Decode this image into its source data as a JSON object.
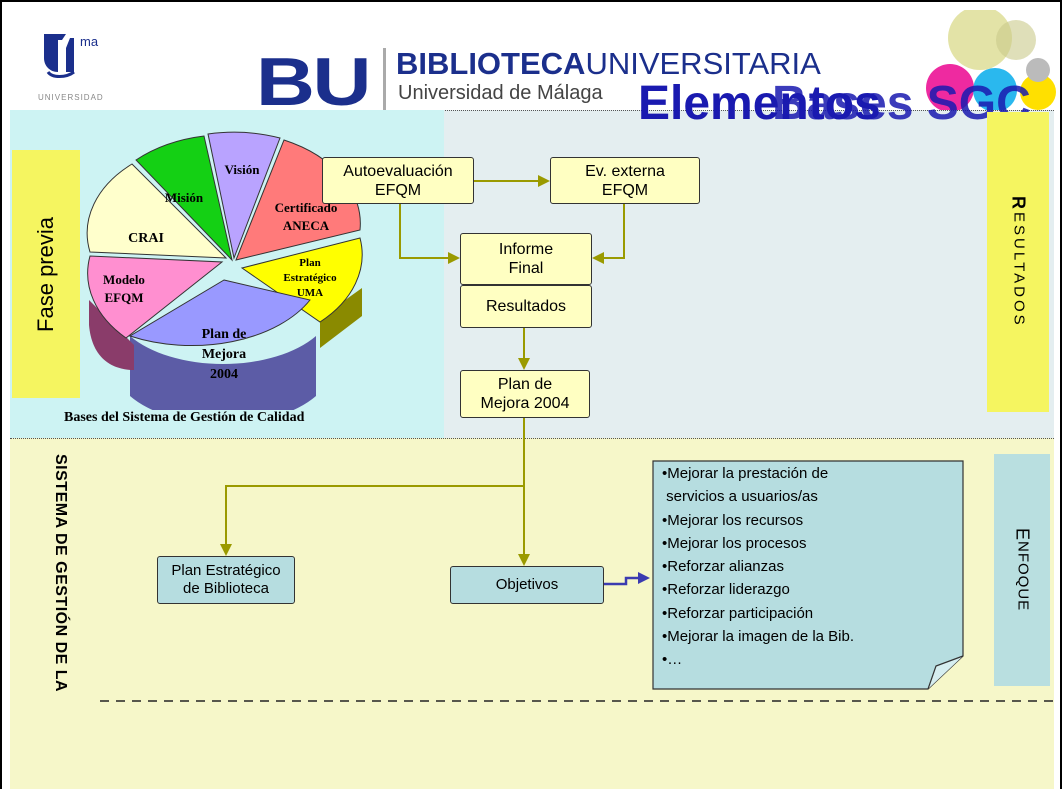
{
  "header": {
    "logo_text": "ma",
    "uni_text": "UNIVERSIDAD",
    "bu_logo": "BU",
    "title_bold": "BIBLIOTECA",
    "title_normal": "UNIVERSITARIA",
    "subtitle": "Universidad de Málaga",
    "heading_a": "Elementos",
    "heading_b": "Bases SGC",
    "colors": {
      "brand": "#1b2f8c",
      "heading": "#1a1ab0"
    }
  },
  "left": {
    "fase_label": "Fase previa",
    "sgc_label": "SISTEMA DE GESTIÓN DE LA"
  },
  "pie": {
    "caption": "Bases del Sistema de Gestión de Calidad",
    "slices": [
      {
        "label": "Misión",
        "color": "#14d014"
      },
      {
        "label": "Visión",
        "color": "#b9a3ff"
      },
      {
        "label": "Certificado ANECA",
        "lines": [
          "Certificado",
          "ANECA"
        ],
        "color": "#ff7a7a"
      },
      {
        "label": "Plan Estratégico UMA",
        "lines": [
          "Plan",
          "Estratégico",
          "UMA"
        ],
        "color": "#ffff00"
      },
      {
        "label": "Plan de Mejora 2004",
        "lines": [
          "Plan de",
          "Mejora",
          "2004"
        ],
        "color": "#9999ff"
      },
      {
        "label": "Modelo EFQM",
        "lines": [
          "Modelo",
          "EFQM"
        ],
        "color": "#ff8fd0"
      },
      {
        "label": "CRAI",
        "color": "#ffffcc"
      }
    ]
  },
  "flow": {
    "autoevaluacion": [
      "Autoevaluación",
      "EFQM"
    ],
    "ev_externa": [
      "Ev. externa",
      "EFQM"
    ],
    "informe": [
      "Informe",
      "Final"
    ],
    "resultados": "Resultados",
    "plan_mejora": [
      "Plan de",
      "Mejora 2004"
    ],
    "plan_estrategico": [
      "Plan Estratégico",
      "de Biblioteca"
    ],
    "objetivos": "Objetivos"
  },
  "objetivos_list": [
    "•Mejorar la prestación de",
    " servicios a usuarios/as",
    "•Mejorar los recursos",
    "•Mejorar los procesos",
    "•Reforzar alianzas",
    "•Reforzar liderazgo",
    "•Reforzar participación",
    "•Mejorar la imagen de la Bib.",
    "•…"
  ],
  "sides": {
    "resultados_initial": "R",
    "resultados_rest": "ESULTADOS",
    "enfoque_initial": "E",
    "enfoque_rest": "NFOQUE"
  }
}
